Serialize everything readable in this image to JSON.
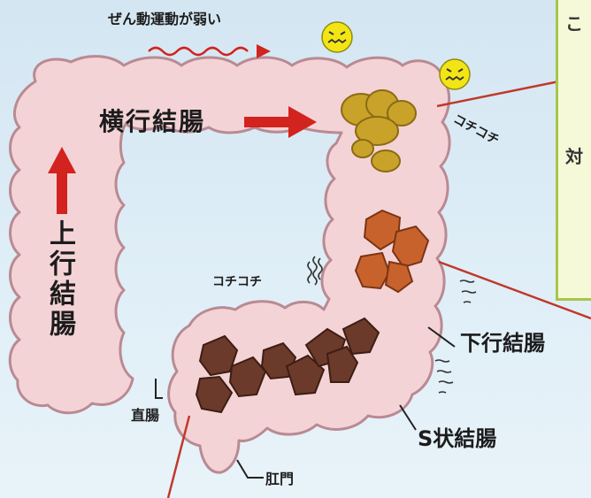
{
  "labels": {
    "peristalsis": "ぜん動運動が弱い",
    "transverse_colon": "横行結腸",
    "ascending_colon": "上行結腸",
    "descending_colon": "下行結腸",
    "sigmoid_colon": "S状結腸",
    "rectum": "直腸",
    "anus": "肛門",
    "hard_top": "コチコチ",
    "hard_mid": "コチコチ"
  },
  "info_box": {
    "char_top": "こ",
    "char_mid": "対"
  },
  "colors": {
    "background": "#d9eaf5",
    "colon_fill": "#f4d3d6",
    "colon_outline": "#b98a93",
    "arrow_red": "#d2231e",
    "stool_yellow": "#c9a22a",
    "stool_orange": "#c8622d",
    "stool_brown": "#6b3a2a",
    "face_yellow": "#f3e515",
    "info_box_fill": "#f6f9d8",
    "info_box_border": "#a6c64a"
  }
}
